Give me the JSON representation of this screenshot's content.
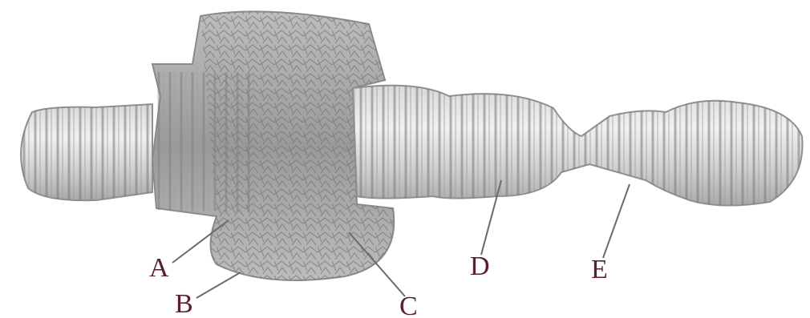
{
  "labels": {
    "a": "A",
    "b": "B",
    "c": "C",
    "d": "D",
    "e": "E"
  },
  "colors": {
    "background": "#ffffff",
    "label_text": "#5a1e2c",
    "specimen_light": "#e8e8e8",
    "specimen_mid": "#bdbdbd",
    "specimen_dark": "#8a8a8a",
    "band_line": "#7a7a7a",
    "leader_line": "#6a6a6a"
  }
}
